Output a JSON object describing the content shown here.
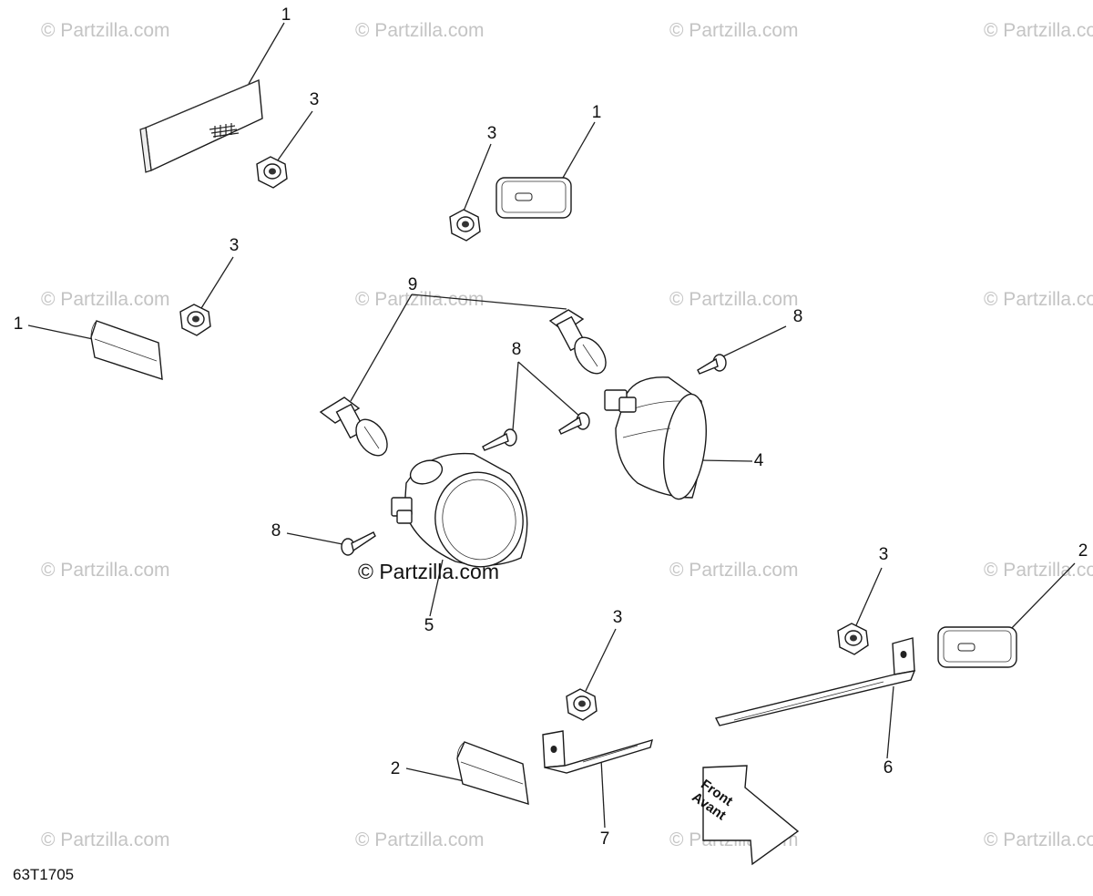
{
  "watermark": "© Partzilla.com",
  "center_watermark": "© Partzilla.com",
  "diagram_code": "63T1705",
  "arrow": {
    "line1": "Front",
    "line2": "Avant"
  },
  "callouts": {
    "c1a": "1",
    "c1b": "1",
    "c1c": "1",
    "c2a": "2",
    "c2b": "2",
    "c3a": "3",
    "c3b": "3",
    "c3c": "3",
    "c3d": "3",
    "c3e": "3",
    "c4": "4",
    "c5": "5",
    "c6": "6",
    "c7": "7",
    "c8a": "8",
    "c8b": "8",
    "c8c": "8",
    "c9": "9"
  }
}
